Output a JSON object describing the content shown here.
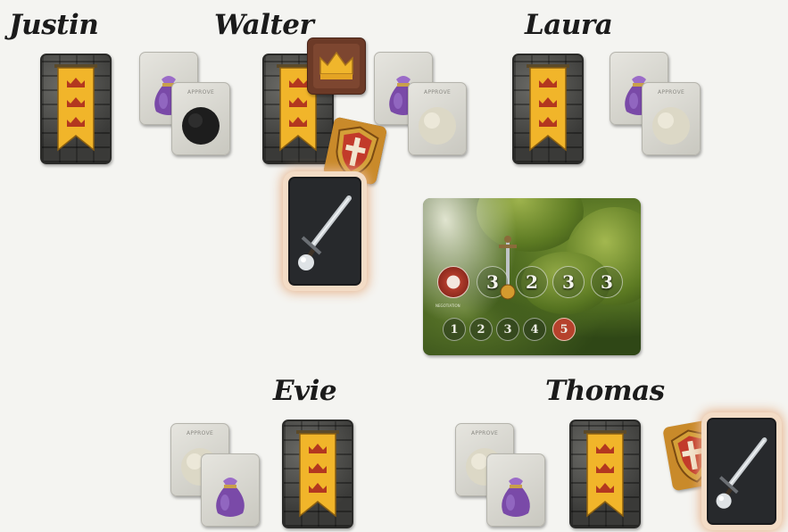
{
  "players": {
    "justin": {
      "name": "Justin"
    },
    "walter": {
      "name": "Walter"
    },
    "laura": {
      "name": "Laura"
    },
    "evie": {
      "name": "Evie"
    },
    "thomas": {
      "name": "Thomas"
    }
  },
  "cards": {
    "back_label": "APPROVE"
  },
  "board": {
    "circle_values": [
      "3",
      "2",
      "3",
      "3"
    ],
    "track_numbers": [
      "1",
      "2",
      "3",
      "4",
      "5"
    ],
    "small_caption": "NEGOTIATION",
    "colors": {
      "banner_gold": "#f1b52a",
      "crown_red": "#b3371f",
      "bag_purple": "#7a4aa8",
      "sword_glow": "#e7b58e",
      "board_green": "#4d6a20"
    }
  }
}
